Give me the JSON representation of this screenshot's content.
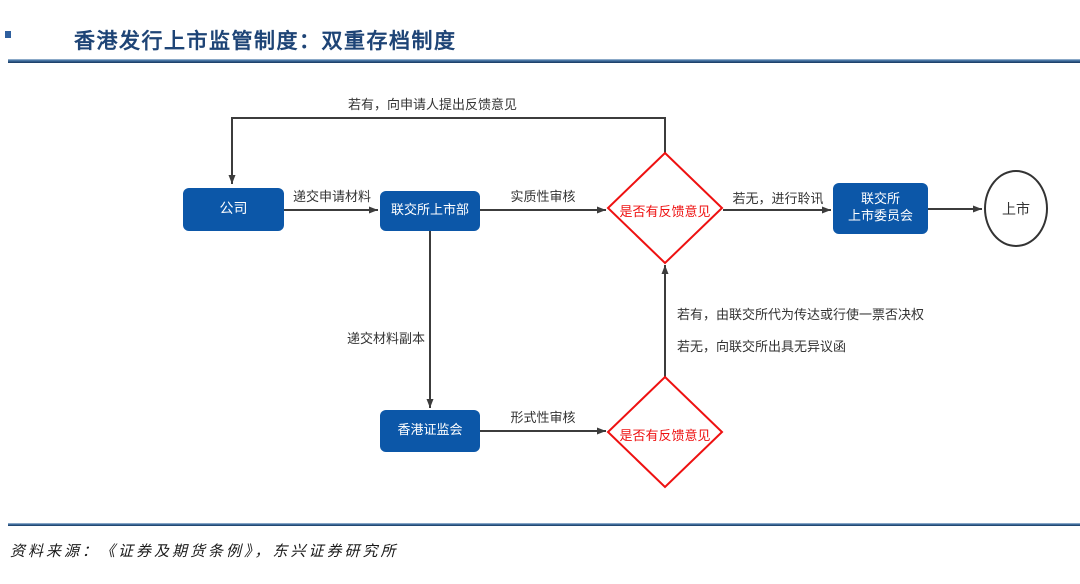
{
  "header": {
    "title": "香港发行上市监管制度：双重存档制度"
  },
  "flowchart": {
    "nodes": {
      "company": {
        "label": "公司"
      },
      "listing_dept": {
        "label": "联交所上市部"
      },
      "hk_sfc": {
        "label": "香港证监会"
      },
      "listing_committee": {
        "line1": "联交所",
        "line2": "上市委员会"
      },
      "listed": {
        "label": "上市"
      },
      "decision_top": {
        "label": "是否有反馈意见"
      },
      "decision_bottom": {
        "label": "是否有反馈意见"
      }
    },
    "edge_labels": {
      "submit_application": "递交申请材料",
      "substantive_review": "实质性审核",
      "no_feedback_hearing": "若无，进行聆讯",
      "feedback_to_applicant": "若有，向申请人提出反馈意见",
      "submit_copy": "递交材料副本",
      "formal_review": "形式性审核",
      "if_feedback_veto": "若有，由联交所代为传达或行使一票否决权",
      "if_no_feedback_letter": "若无，向联交所出具无异议函"
    },
    "colors": {
      "node_fill": "#0c57a8",
      "decision_stroke": "#ee1111",
      "connector": "#3c3c3c",
      "title_navy": "#1e4476"
    }
  },
  "footer": {
    "source": "资料来源：《证券及期货条例》，东兴证券研究所"
  }
}
